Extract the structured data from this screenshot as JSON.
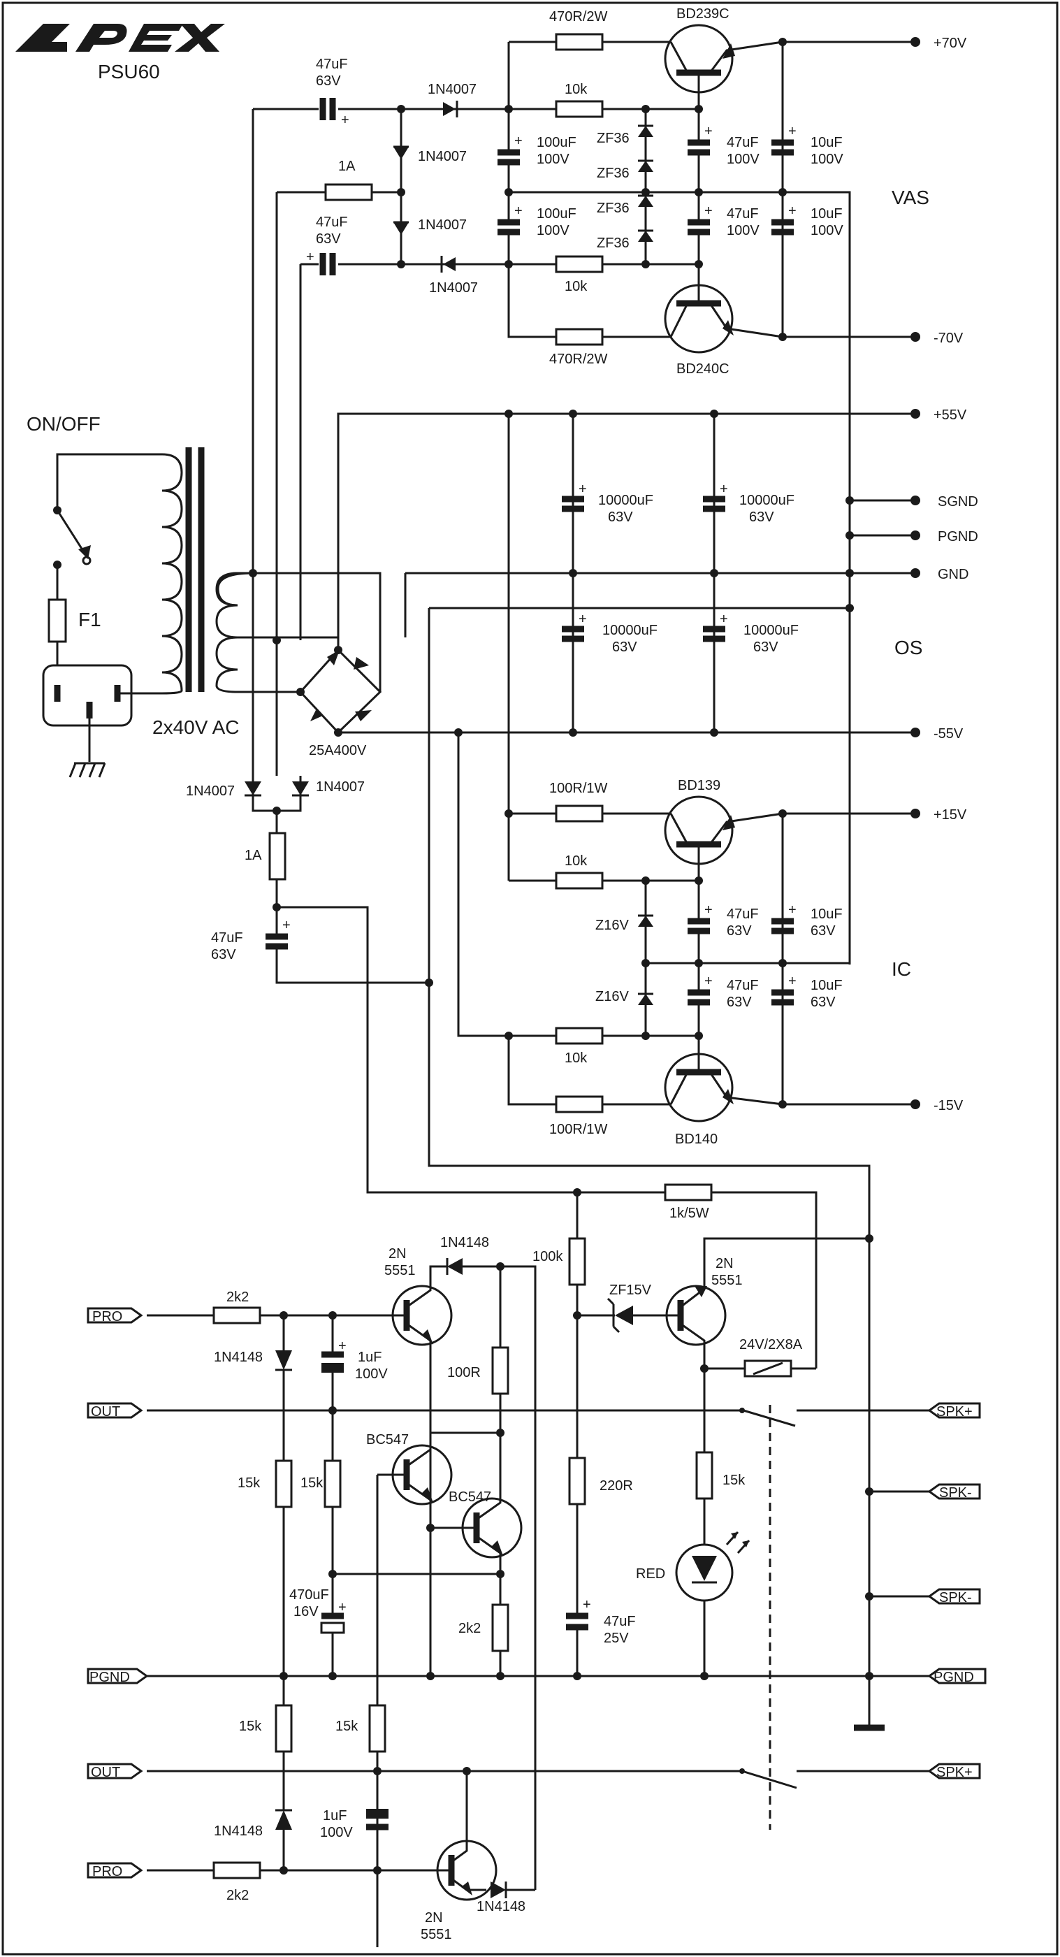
{
  "logo": "APEX",
  "title": "PSU60",
  "rails": {
    "p70": "+70V",
    "m70": "-70V",
    "p55": "+55V",
    "sgnd": "SGND",
    "pgnd": "PGND",
    "gnd": "GND",
    "m55": "-55V",
    "p15": "+15V",
    "m15": "-15V"
  },
  "sections": {
    "vas": "VAS",
    "os": "OS",
    "ic": "IC"
  },
  "mains": {
    "switch": "ON/OFF",
    "fuse": "F1",
    "transformer": "2x40V AC",
    "bridge": "25A400V"
  },
  "parts": {
    "r470": "470R/2W",
    "bd239": "BD239C",
    "bd240": "BD240C",
    "c47": "47uF",
    "v63": "63V",
    "d4007": "1N4007",
    "r10k": "10k",
    "zf36": "ZF36",
    "c100": "100uF",
    "v100": "100V",
    "c10": "10uF",
    "f1a": "1A",
    "c10000": "10000uF",
    "r100": "100R/1W",
    "bd139": "BD139",
    "bd140": "BD140",
    "z16": "Z16V",
    "r1k": "1k/5W",
    "r100k": "100k",
    "t2n": "2N",
    "t5551": "5551",
    "d4148": "1N4148",
    "zf15": "ZF15V",
    "r2k2": "2k2",
    "c1u": "1uF",
    "relay": "24V/2X8A",
    "r100r": "100R",
    "bc547": "BC547",
    "r15k": "15k",
    "r220": "220R",
    "c470": "470uF",
    "v16": "16V",
    "c47b": "47uF",
    "v25": "25V",
    "led": "RED"
  },
  "terminals": {
    "pro": "PRO",
    "out": "OUT",
    "pgnd": "PGND",
    "spkp": "SPK+",
    "spkm": "SPK-"
  }
}
